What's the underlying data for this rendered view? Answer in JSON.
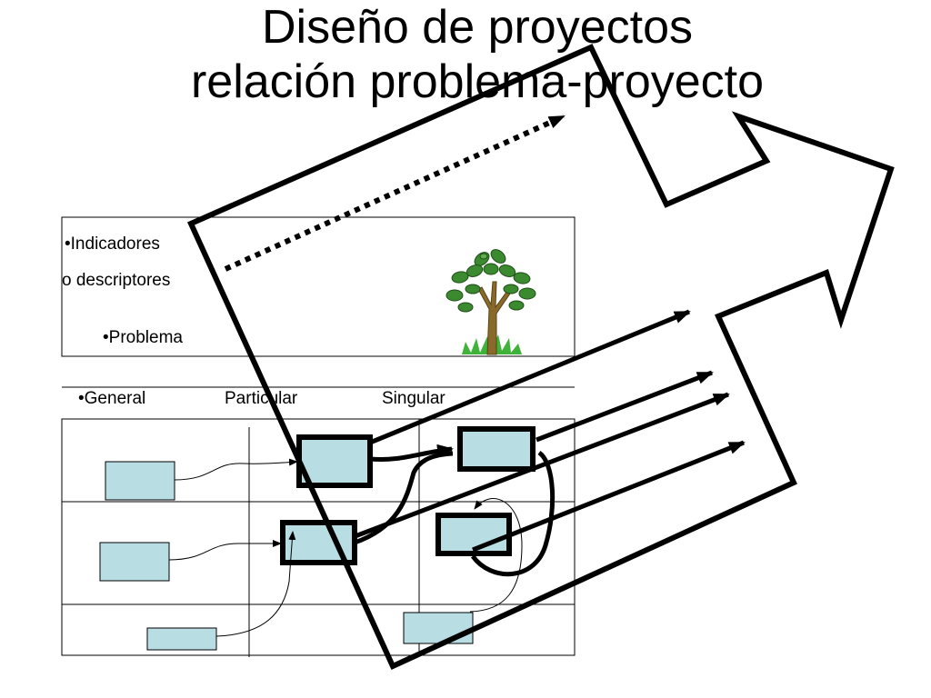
{
  "title": {
    "line1": "Diseño de proyectos",
    "line2": "relación problema-proyecto"
  },
  "top_box": {
    "indicadores": "•Indicadores",
    "descriptores": "o descriptores",
    "problema": "•Problema",
    "tree_icon": "tree-icon"
  },
  "columns": {
    "general": "•General",
    "particular": "Particular",
    "singular": "Singular"
  },
  "colors": {
    "box_fill": "#b8dde3",
    "line": "#000000",
    "tree_leaf": "#3c8a2f",
    "tree_trunk": "#8a6a2a"
  }
}
